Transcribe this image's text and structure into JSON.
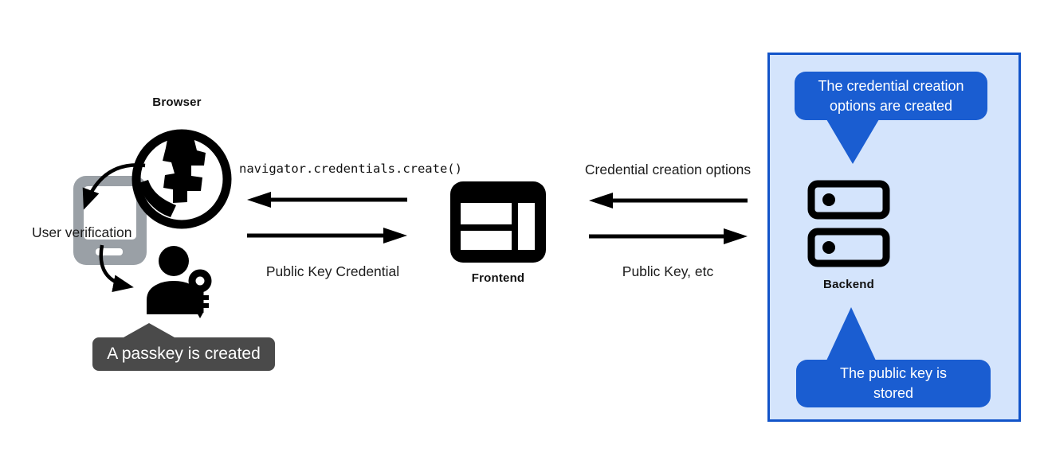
{
  "title": "Passkey registration flow diagram",
  "colors": {
    "background": "#ffffff",
    "icon_black": "#000000",
    "phone_gray": "#9aa0a6",
    "gray_callout_bg": "#4a4a4a",
    "blue_callout_bg": "#1a5dd1",
    "backend_box_bg": "#d4e4fc",
    "backend_box_border": "#1254c9",
    "callout_text": "#ffffff",
    "label_text": "#111111"
  },
  "nodes": {
    "browser": {
      "label": "Browser",
      "icon": "globe-icon"
    },
    "user_verification": {
      "label": "User verification",
      "icon": "phone-icon"
    },
    "passkey_user": {
      "icon": "person-key-icon"
    },
    "frontend": {
      "label": "Frontend",
      "icon": "browser-window-icon"
    },
    "backend": {
      "label": "Backend",
      "icon": "server-icon"
    }
  },
  "flows": {
    "create_call": {
      "label": "navigator.credentials.create()",
      "direction": "frontend-to-browser"
    },
    "public_key_credential": {
      "label": "Public Key Credential",
      "direction": "browser-to-frontend"
    },
    "credential_creation_options": {
      "label": "Credential creation options",
      "direction": "backend-to-frontend"
    },
    "public_key_etc": {
      "label": "Public Key, etc",
      "direction": "frontend-to-backend"
    }
  },
  "callouts": {
    "passkey_created": {
      "text": "A passkey is created",
      "style": "gray",
      "points": "up"
    },
    "credential_options_created": {
      "text": "The credential creation options are created",
      "style": "blue",
      "points": "down"
    },
    "public_key_stored": {
      "text": "The public key is stored",
      "style": "blue",
      "points": "up"
    }
  },
  "icons": {
    "globe_icon": "black globe with blocky continents",
    "phone_icon": "gray smartphone outline",
    "person_key_icon": "person silhouette with key",
    "browser_window_icon": "black browser window with panels",
    "server_icon": "two stacked server units with indicator dots",
    "arrow": "solid black arrow"
  }
}
